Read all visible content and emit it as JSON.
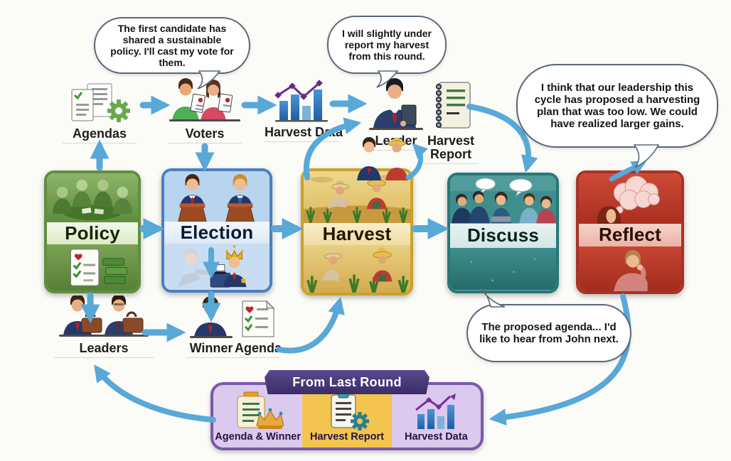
{
  "stages": {
    "policy": {
      "label": "Policy"
    },
    "election": {
      "label": "Election"
    },
    "harvest": {
      "label": "Harvest"
    },
    "discuss": {
      "label": "Discuss"
    },
    "reflect": {
      "label": "Reflect"
    }
  },
  "artifacts": {
    "agendas": "Agendas",
    "voters": "Voters",
    "harvest_data": "Harvest Data",
    "leader": "Leader",
    "harvest_report": "Harvest Report",
    "leaders": "Leaders",
    "winner": "Winner",
    "agenda": "Agenda"
  },
  "bubbles": {
    "voter": "The first candidate has shared a sustainable policy. I'll cast my vote for them.",
    "leader": "I will slightly under report my harvest from this round.",
    "reflect": "I think that our leadership this cycle has proposed a harvesting plan that was too low. We could have realized larger gains.",
    "discuss": "The proposed agenda... I'd like to hear from John next."
  },
  "last_round": {
    "title": "From Last Round",
    "items": [
      "Agenda & Winner",
      "Harvest Report",
      "Harvest Data"
    ]
  },
  "colors": {
    "arrow_blue": "#58a8d8",
    "policy_green": "#5f8f3c",
    "election_blue": "#4a80c2",
    "harvest_gold": "#c9a22a",
    "discuss_teal": "#267878",
    "reflect_red": "#a93226",
    "panel_border_purple": "#7a58a8",
    "panel_lavender": "#dbc9ee",
    "panel_gold": "#f3c44f",
    "ribbon_purple": "#4a3a7e"
  }
}
